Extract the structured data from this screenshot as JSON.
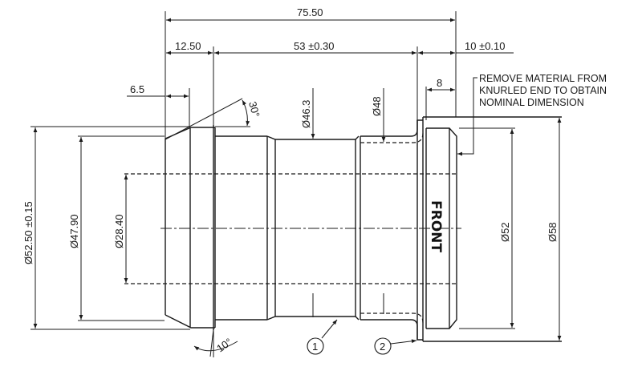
{
  "drawing": {
    "type": "engineering drawing - turned sleeve/bushing side view",
    "colors": {
      "line": "#1a1a1a",
      "background": "#ffffff"
    }
  },
  "dimensions": {
    "overall_length": "75.50",
    "left_section": "12.50",
    "middle_section": "53 ±0.30",
    "right_section": "10 ±0.10",
    "knurl_length": "8",
    "chamfer_offset": "6.5",
    "chamfer_angle_top": "30°",
    "taper_angle_bottom": "10°",
    "dia_outer_left": "Ø52.50 ±0.15",
    "dia_left_inner": "Ø47.90",
    "dia_bore": "Ø28.40",
    "dia_groove": "Ø46.3",
    "dia_shoulder": "Ø48",
    "dia_knurl": "Ø52",
    "dia_flange": "Ø58"
  },
  "note": {
    "line1": "REMOVE MATERIAL FROM",
    "line2": "KNURLED END TO OBTAIN",
    "line3": "NOMINAL DIMENSION"
  },
  "marking": {
    "text": "FRONT"
  },
  "balloons": [
    {
      "label": "1"
    },
    {
      "label": "2"
    }
  ]
}
